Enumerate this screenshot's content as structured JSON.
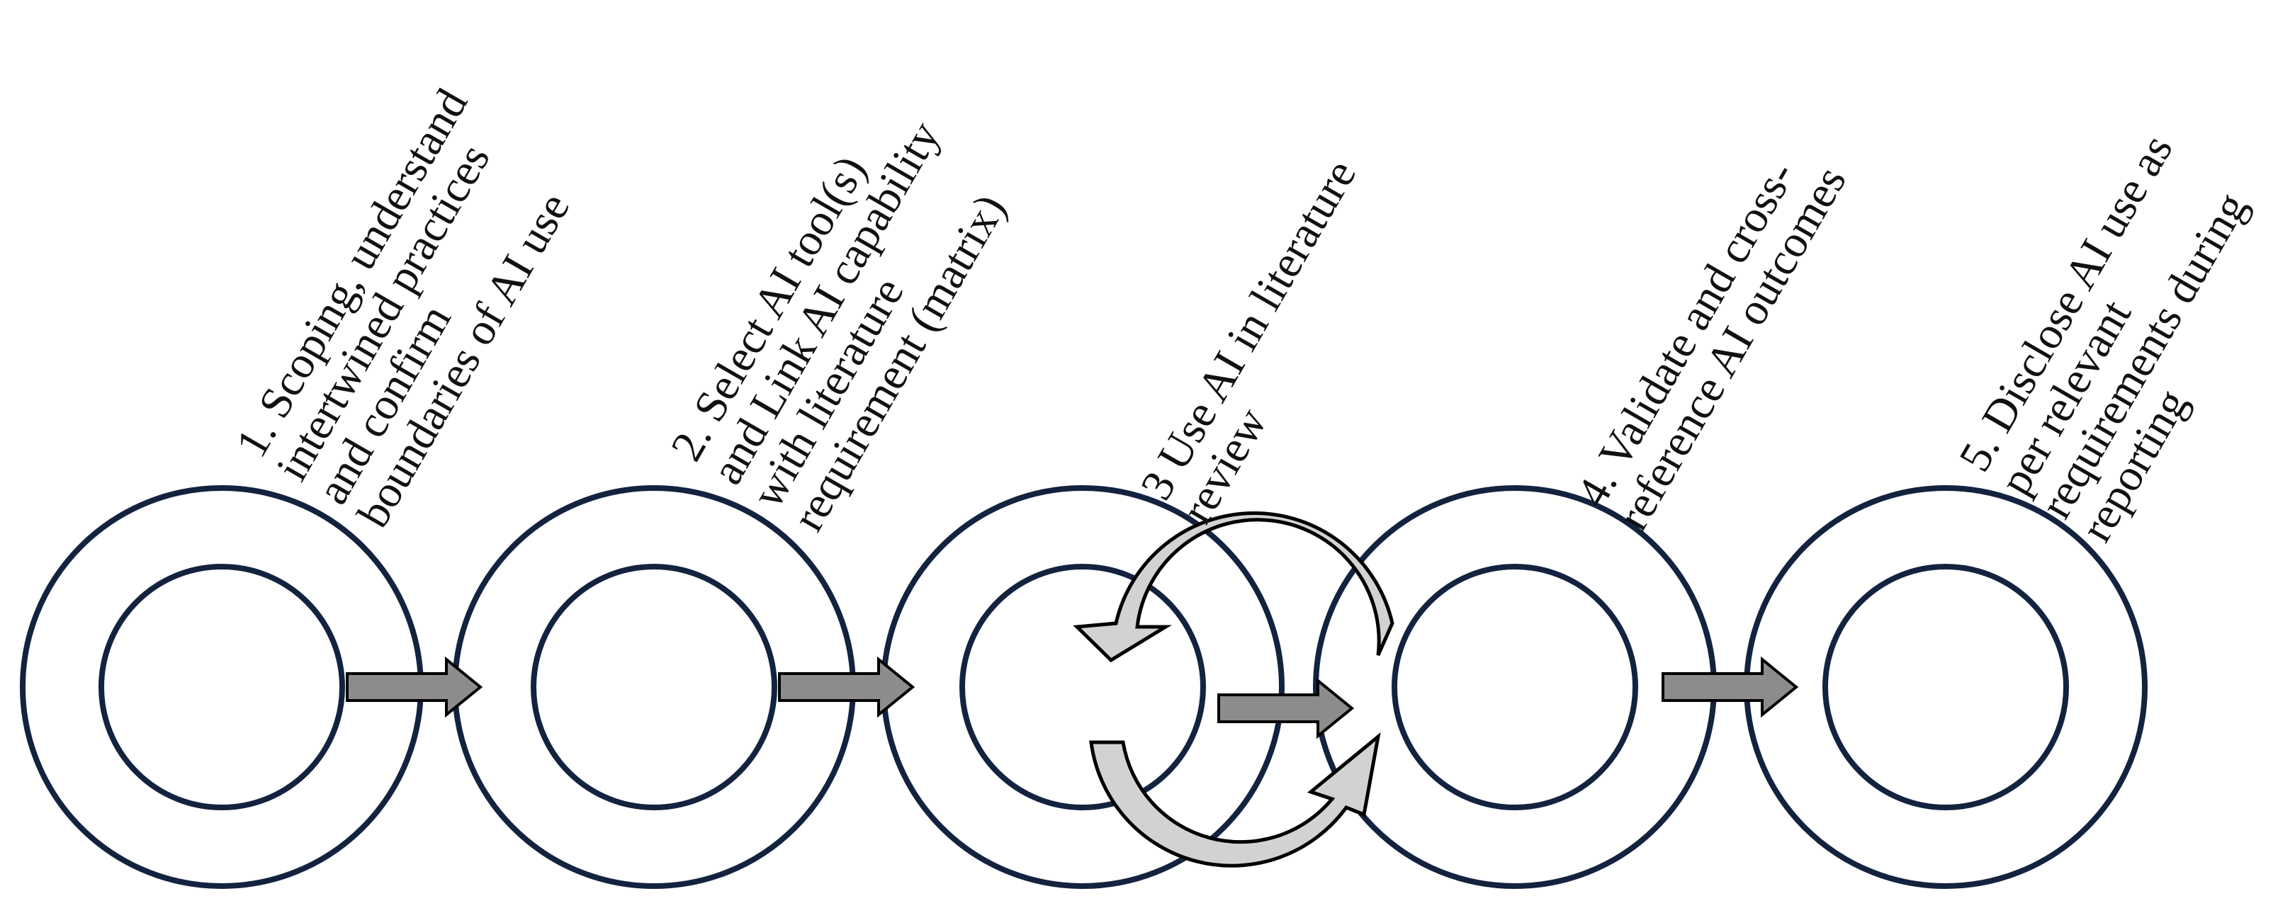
{
  "steps": [
    {
      "id": "step-1",
      "lines": [
        "1. Scoping, understand",
        "intertwined practices",
        "and confirm",
        "boundaries of AI use"
      ]
    },
    {
      "id": "step-2",
      "lines": [
        "2. Select AI tool(s)",
        "and Link AI capability",
        "with literature",
        "requirement (matrix)"
      ]
    },
    {
      "id": "step-3",
      "lines": [
        "3 Use AI in literature",
        "review"
      ]
    },
    {
      "id": "step-4",
      "lines": [
        "4. Validate and cross-",
        "reference AI outcomes"
      ]
    },
    {
      "id": "step-5",
      "lines": [
        "5. Disclose AI use as",
        "per relevant",
        "requirements during",
        "reporting"
      ]
    }
  ],
  "colors": {
    "ring_stroke": "#13233f",
    "flow_arrow_fill": "#8c8c8c",
    "cycle_arrow_fill": "#d2d2d2",
    "text": "#111111"
  }
}
